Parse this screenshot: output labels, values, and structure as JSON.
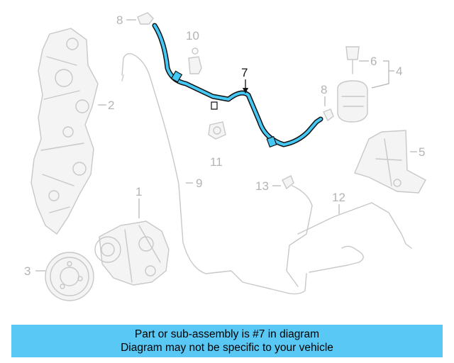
{
  "colors": {
    "highlight": "#45c8f5",
    "banner": "#5ac8f5",
    "faded_part": "#c8c8c8",
    "callout_text": "#b4b4b4"
  },
  "callouts": {
    "c1": "1",
    "c2": "2",
    "c3": "3",
    "c4": "4",
    "c5": "5",
    "c6": "6",
    "c7": "7",
    "c8a": "8",
    "c8b": "8",
    "c9": "9",
    "c10": "10",
    "c11": "11",
    "c12": "12",
    "c13": "13"
  },
  "banner": {
    "line1": "Part or sub-assembly is #7 in diagram",
    "line2": "Diagram may not be specific to your vehicle"
  }
}
